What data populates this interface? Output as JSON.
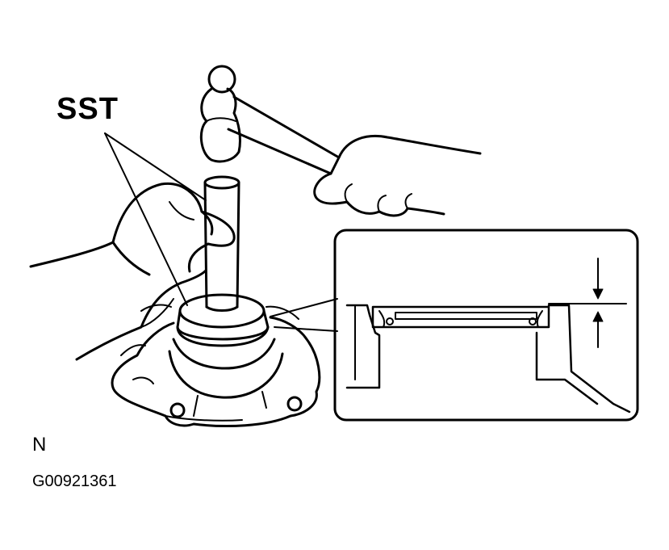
{
  "labels": {
    "sst": "SST",
    "view_marker": "N",
    "figure_id": "G00921361"
  },
  "colors": {
    "line": "#000000",
    "background": "#ffffff"
  }
}
